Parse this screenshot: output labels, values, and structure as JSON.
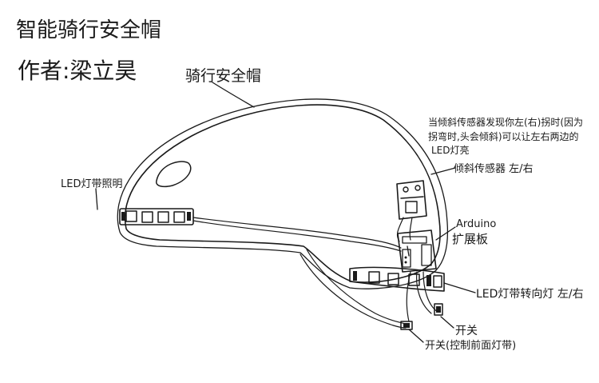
{
  "sheet": {
    "title": "智能骑行安全帽",
    "author_line": "作者:梁立昊"
  },
  "labels": {
    "helmet": "骑行安全帽",
    "front_led": "LED灯带照明",
    "tilt_sensor": "倾斜传感器 左/右",
    "arduino_line1": "Arduino",
    "arduino_line2": "扩展板",
    "turn_led": "LED灯带转向灯 左/右",
    "switch": "开关",
    "switch_front": "开关(控制前面灯带)"
  },
  "annotation": {
    "line1": "当倾斜传感器发现你左(右)拐时(因为",
    "line2": "拐弯时,头会倾斜)可以让左右两边的",
    "line3": "LED灯亮"
  },
  "colors": {
    "ink": "#1a1a1a",
    "paper": "#ffffff"
  }
}
